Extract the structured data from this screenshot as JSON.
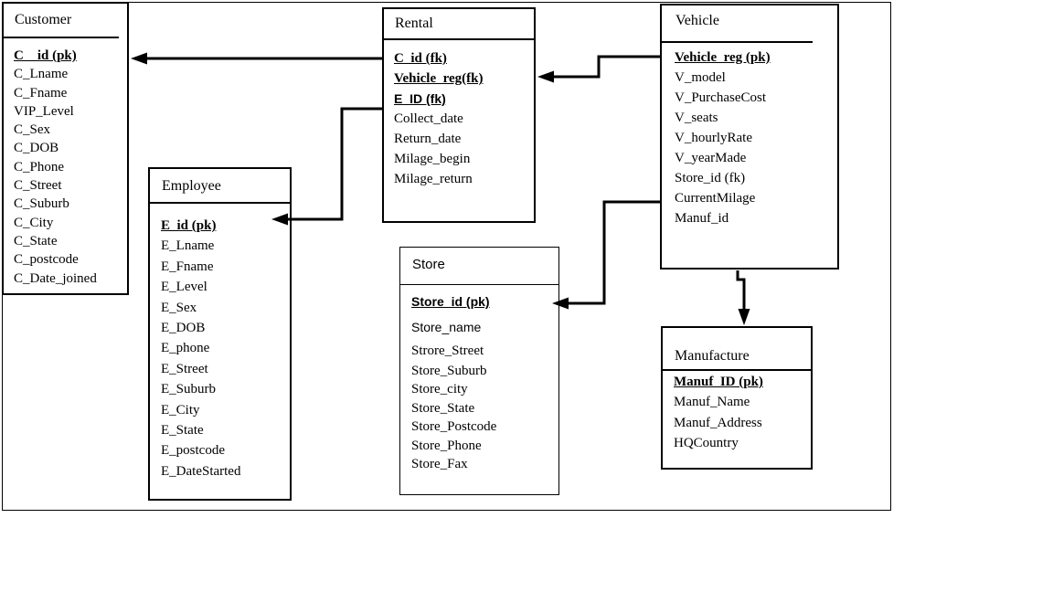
{
  "entities": {
    "customer": {
      "title": "Customer",
      "fields": [
        "C__id (pk)",
        "C_Lname",
        "C_Fname",
        "VIP_Level",
        "C_Sex",
        "C_DOB",
        "C_Phone",
        "C_Street",
        "C_Suburb",
        "C_City",
        "C_State",
        "C_postcode",
        "C_Date_joined"
      ]
    },
    "rental": {
      "title": "Rental",
      "fields": [
        "C_id (fk)",
        "Vehicle_reg(fk)",
        "E_ID (fk)",
        "Collect_date",
        "Return_date",
        "Milage_begin",
        "Milage_return"
      ]
    },
    "employee": {
      "title": "Employee",
      "fields": [
        "E_id (pk)",
        "E_Lname",
        "E_Fname",
        "E_Level",
        "E_Sex",
        "E_DOB",
        "E_phone",
        "E_Street",
        "E_Suburb",
        "E_City",
        "E_State",
        "E_postcode",
        "E_DateStarted"
      ]
    },
    "vehicle": {
      "title": "Vehicle",
      "fields": [
        "Vehicle_reg (pk)",
        "V_model",
        "V_PurchaseCost",
        "V_seats",
        "V_hourlyRate",
        "V_yearMade",
        "Store_id (fk)",
        "CurrentMilage",
        "Manuf_id"
      ]
    },
    "store": {
      "title": "Store",
      "fields": [
        "Store_id (pk)",
        "Store_name",
        "Strore_Street",
        "Store_Suburb",
        "Store_city",
        "Store_State",
        "Store_Postcode",
        "Store_Phone",
        "Store_Fax"
      ]
    },
    "manufacture": {
      "title": "Manufacture",
      "fields": [
        "Manuf_ID (pk)",
        "Manuf_Name",
        "Manuf_Address",
        "HQCountry"
      ]
    }
  },
  "relationships": [
    {
      "from": "Rental",
      "to": "Customer",
      "arrow_at": "C__id (pk)"
    },
    {
      "from": "Vehicle",
      "to": "Rental",
      "arrow_at": "Vehicle_reg(fk)"
    },
    {
      "from": "Rental",
      "to": "Employee",
      "arrow_at": "E_id (pk)"
    },
    {
      "from": "Vehicle",
      "to": "Store",
      "arrow_at": "Store_id (pk)"
    },
    {
      "from": "Vehicle",
      "to": "Manufacture",
      "arrow_at": "Manuf_ID (pk)"
    }
  ],
  "colors": {
    "line": "#000000",
    "background": "#ffffff"
  }
}
